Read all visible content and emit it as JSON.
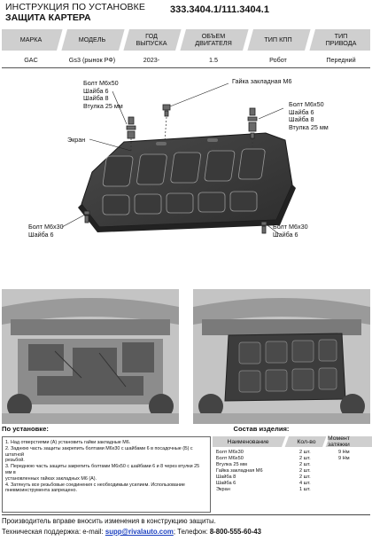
{
  "header": {
    "line1": "ИНСТРУКЦИЯ ПО УСТАНОВКЕ",
    "line2": "ЗАЩИТА КАРТЕРА",
    "code": "333.3404.1/111.3404.1"
  },
  "spec_table": {
    "headers": [
      "МАРКА",
      "МОДЕЛЬ",
      "ГОД\nВЫПУСКА",
      "ОБЪЕМ\nДВИГАТЕЛЯ",
      "ТИП КПП",
      "ТИП\nПРИВОДА"
    ],
    "row": [
      "GAC",
      "Gs3 (рынок РФ)",
      "2023-",
      "1.5",
      "Робот",
      "Передний"
    ]
  },
  "diagram_callouts": {
    "top_left": [
      "Болт М6х50",
      "Шайба 6",
      "Шайба 8",
      "Втулка 25 мм"
    ],
    "top_center": "Гайка закладная М6",
    "top_right": [
      "Болт М6х50",
      "Шайба 6",
      "Шайба 8",
      "Втулка 25 мм"
    ],
    "screen": "Экран",
    "bottom_left": [
      "Болт М6х30",
      "Шайба 6"
    ],
    "bottom_right": [
      "Болт М6х30",
      "Шайба 6"
    ]
  },
  "notes": {
    "title": "По установке:",
    "lines": [
      "1. Над отверстиями (А) установить гайки закладные М6.",
      "2. Заднюю часть защиты закрепить болтами М6х30 с шайбами 6 в посадочные (Б) с штатной",
      "резьбой.",
      "3. Переднюю часть защиты закрепить болтами М6х50 с шайбами 6 и 8 через втулки 25 мм в",
      "установленных гайках закладных М6 (А).",
      "4. Затянуть все резьбовые соединения с необходимым усилием. Использование",
      "пневмоинструмента запрещено."
    ]
  },
  "parts": {
    "title": "Состав изделия:",
    "headers": [
      "Наименование",
      "Кол-во",
      "Момент затяжки"
    ],
    "rows": [
      {
        "name": "Болт М6х30",
        "qty": "2 шт.",
        "torque": "9 Нм"
      },
      {
        "name": "Болт М6х50",
        "qty": "2 шт.",
        "torque": "9 Нм"
      },
      {
        "name": "Втулка 25 мм",
        "qty": "2 шт.",
        "torque": ""
      },
      {
        "name": "Гайка закладная М6",
        "qty": "2 шт.",
        "torque": ""
      },
      {
        "name": "Шайба 8",
        "qty": "2 шт.",
        "torque": ""
      },
      {
        "name": "Шайба 6",
        "qty": "4 шт.",
        "torque": ""
      },
      {
        "name": "Экран",
        "qty": "1 шт.",
        "torque": ""
      }
    ]
  },
  "footer": {
    "line1": "Производитель вправе вносить изменения в конструкцию защиты.",
    "support_label": "Техническая поддержка:",
    "email_label": "e-mail:",
    "email": "supp@rivalauto.com",
    "email_trail": ";",
    "phone_label": "Телефон:",
    "phone": "8-800-555-60-43"
  },
  "colors": {
    "table_header_gray": "#cfcfcf",
    "plate_dark": "#3c3c3c",
    "email_blue": "#1a3fbf"
  }
}
